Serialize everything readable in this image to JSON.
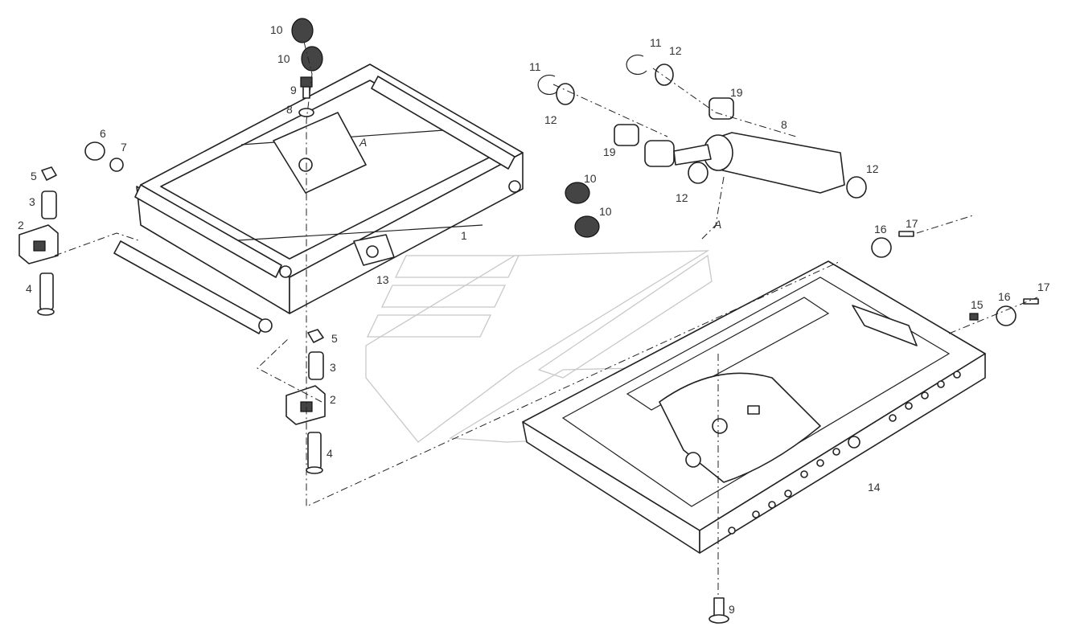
{
  "diagram": {
    "section_marker": "A",
    "labels": {
      "frame": "1",
      "mount_block": "2",
      "sleeve": "3",
      "bolt_long": "4",
      "nut": "5",
      "roller": "6",
      "washer_small": "7",
      "damper_and_washer": "8",
      "bolt_short": "9",
      "bump_stop": "10",
      "circlip": "11",
      "washer": "12",
      "bracket": "13",
      "base_plate": "14",
      "screw": "15",
      "buffer": "16",
      "pin": "17",
      "bushing": "19"
    }
  }
}
